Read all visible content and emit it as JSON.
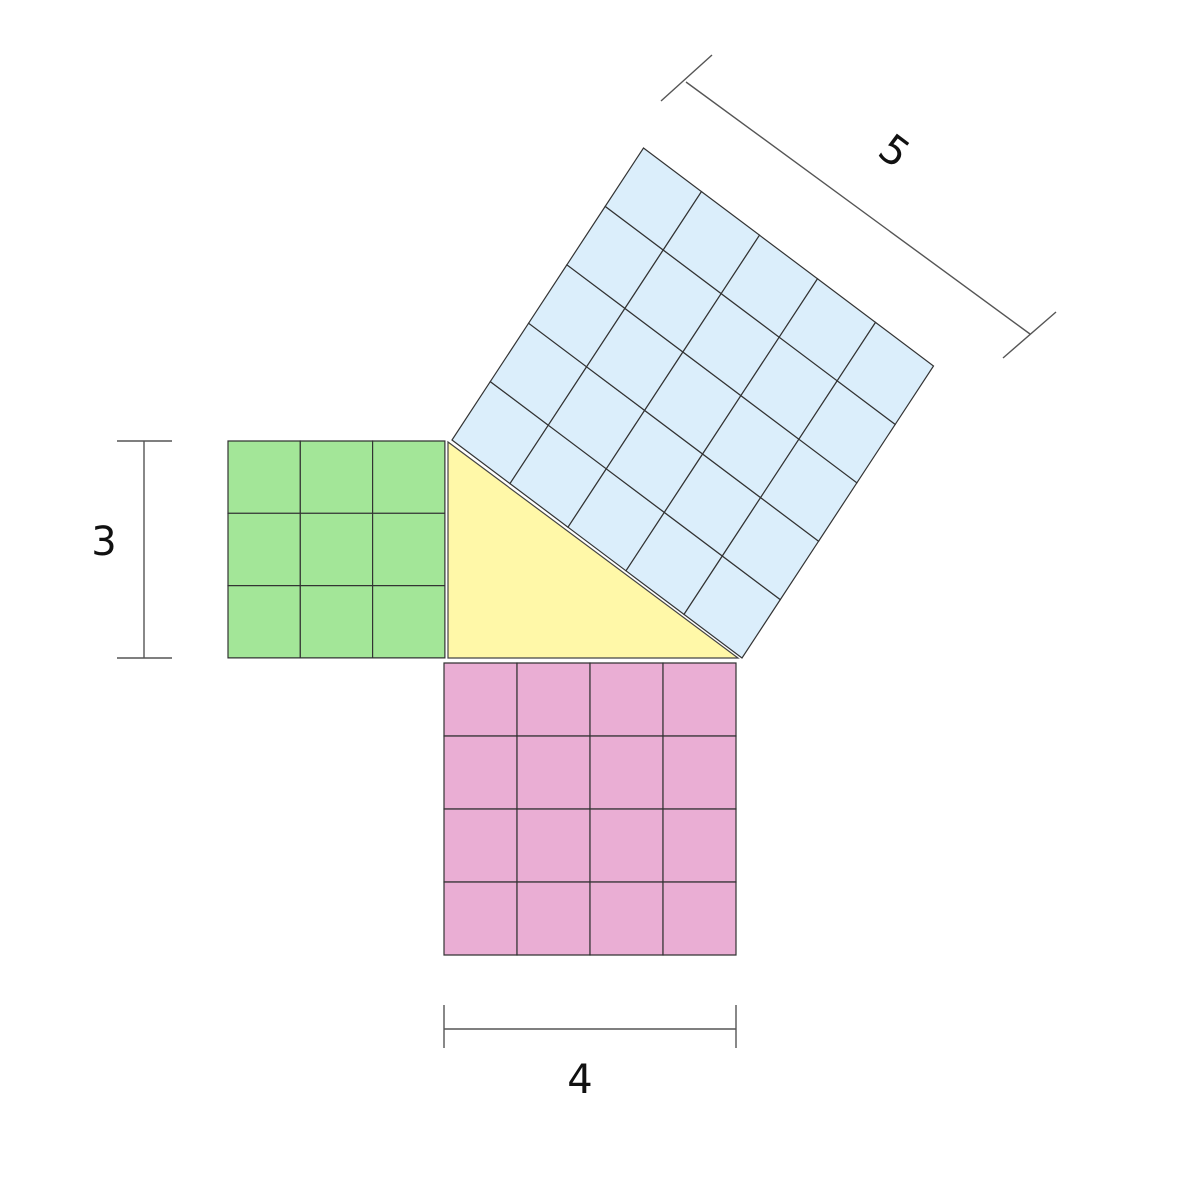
{
  "labels": {
    "side_a": "3",
    "side_b": "4",
    "side_c": "5"
  },
  "squares": {
    "side_a": {
      "grid": 3,
      "color": "#a3e698"
    },
    "side_b": {
      "grid": 4,
      "color": "#eaaed4"
    },
    "side_c": {
      "grid": 5,
      "color": "#dbeefb"
    }
  },
  "triangle": {
    "color": "#fff8a8"
  }
}
